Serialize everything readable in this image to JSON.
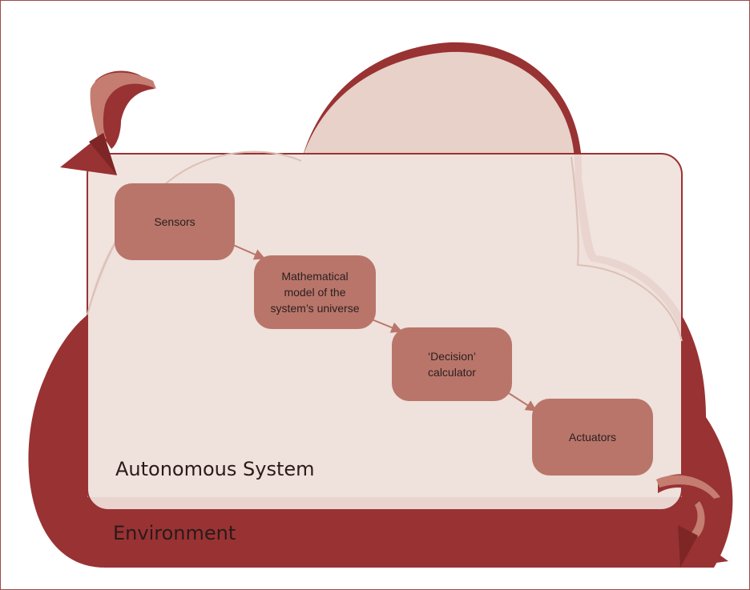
{
  "colors": {
    "cloud": "#993233",
    "system_box": "#f0e2dc",
    "node_fill": "#b9756a",
    "arrow": "#b9756a",
    "loop_arrow_light": "#c47d70"
  },
  "system": {
    "label": "Autonomous System"
  },
  "environment": {
    "label": "Environment"
  },
  "nodes": [
    {
      "id": "sensors",
      "label": "Sensors"
    },
    {
      "id": "model",
      "label": "Mathematical\nmodel of the\nsystem’s universe"
    },
    {
      "id": "decision",
      "label": "‘Decision’\ncalculator"
    },
    {
      "id": "actuators",
      "label": "Actuators"
    }
  ],
  "icons": [
    "curved-loop-arrow-icon",
    "curved-loop-arrow-icon"
  ]
}
